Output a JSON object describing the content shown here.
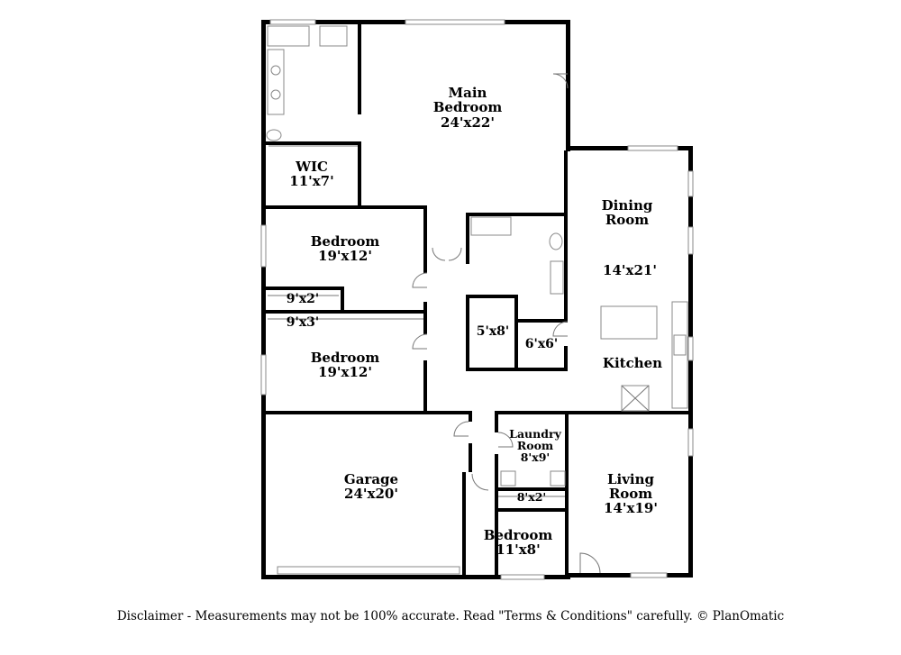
{
  "rooms": {
    "main_bedroom": {
      "name1": "Main",
      "name2": "Bedroom",
      "dims": "24'x22'"
    },
    "wic": {
      "name": "WIC",
      "dims": "11'x7'"
    },
    "bedroom_upper": {
      "name": "Bedroom",
      "dims": "19'x12'"
    },
    "closet_a": {
      "dims": "9'x2'"
    },
    "closet_b": {
      "dims": "9'x3'"
    },
    "bedroom_lower": {
      "name": "Bedroom",
      "dims": "19'x12'"
    },
    "bath_a": {
      "dims": "5'x8'"
    },
    "bath_b": {
      "dims": "6'x6'"
    },
    "dining": {
      "name1": "Dining",
      "name2": "Room",
      "dims": "14'x21'"
    },
    "kitchen": {
      "name": "Kitchen"
    },
    "garage": {
      "name": "Garage",
      "dims": "24'x20'"
    },
    "laundry": {
      "name1": "Laundry",
      "name2": "Room",
      "dims": "8'x9'"
    },
    "closet_c": {
      "dims": "8'x2'"
    },
    "bedroom_small": {
      "name": "Bedroom",
      "dims": "11'x8'"
    },
    "living": {
      "name1": "Living",
      "name2": "Room",
      "dims": "14'x19'"
    }
  },
  "disclaimer": "Disclaimer - Measurements may not be 100% accurate. Read \"Terms & Conditions\" carefully. © PlanOmatic"
}
